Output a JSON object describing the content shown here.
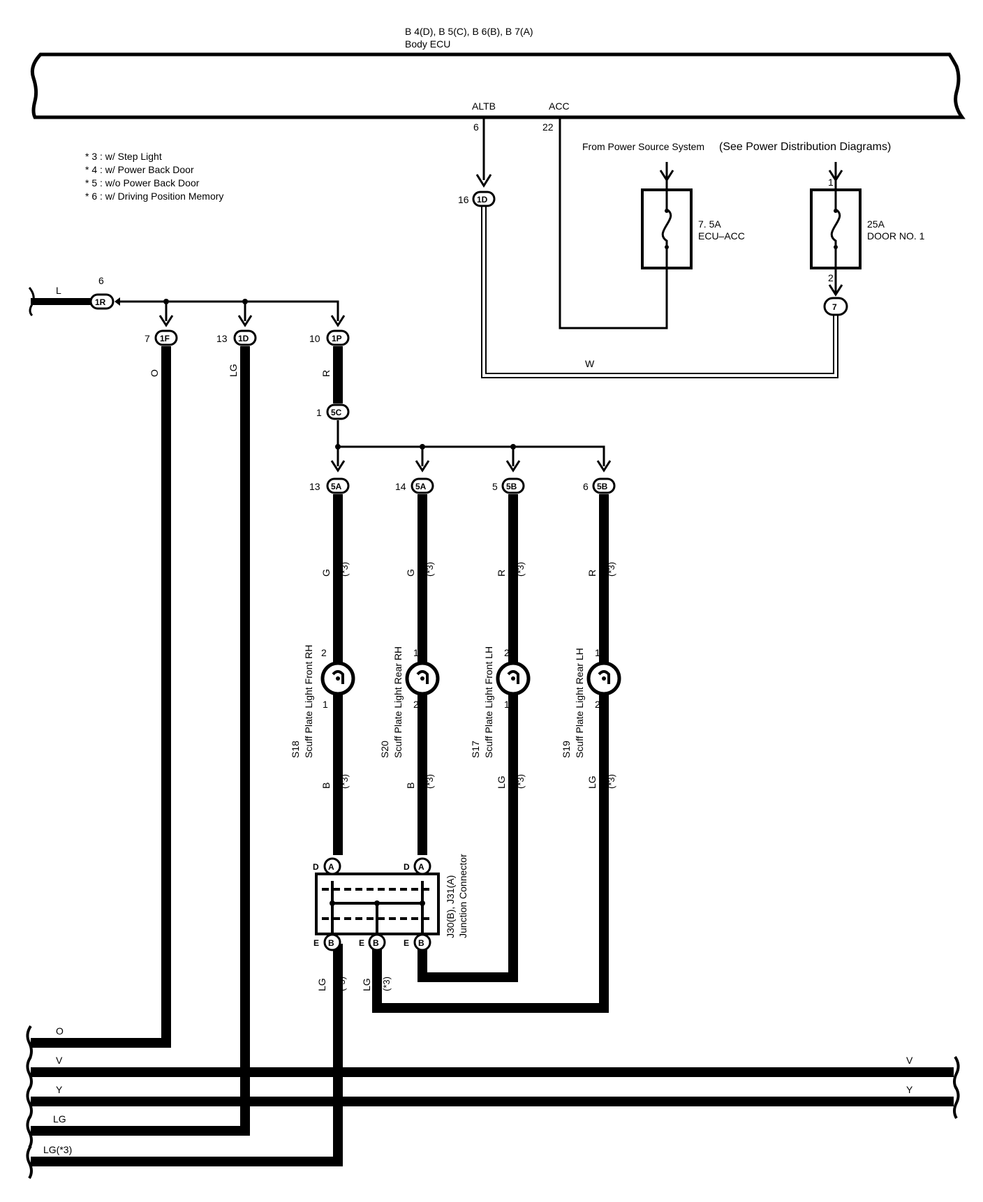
{
  "ecu": {
    "title_line1": "B 4(D), B 5(C), B 6(B), B 7(A)",
    "title_line2": "Body ECU",
    "term_altb": "ALTB",
    "term_acc": "ACC",
    "pin_altb": "6",
    "pin_acc": "22"
  },
  "notes": [
    "* 3 : w/ Step Light",
    "* 4 : w/ Power Back Door",
    "* 5 : w/o Power Back Door",
    "* 6 : w/ Driving Position Memory"
  ],
  "power_source": {
    "text_a": "From Power Source System",
    "text_b": "(See Power Distribution Diagrams)"
  },
  "fuses": {
    "ecu_acc": {
      "rating": "7. 5A",
      "name": "ECU–ACC"
    },
    "door1": {
      "rating": "25A",
      "name": "DOOR NO. 1",
      "pin_in": "1",
      "pin_out": "2"
    }
  },
  "connectors": {
    "c1D_top": {
      "pin": "16",
      "label": "1D"
    },
    "c7": {
      "label": "7"
    },
    "c1R": {
      "pin": "6",
      "label": "1R"
    },
    "c1F": {
      "pin": "7",
      "label": "1F"
    },
    "c1D": {
      "pin": "13",
      "label": "1D"
    },
    "c1P": {
      "pin": "10",
      "label": "1P"
    },
    "c5C": {
      "pin": "1",
      "label": "5C"
    },
    "c5A_1": {
      "pin": "13",
      "label": "5A"
    },
    "c5A_2": {
      "pin": "14",
      "label": "5A"
    },
    "c5B_1": {
      "pin": "5",
      "label": "5B"
    },
    "c5B_2": {
      "pin": "6",
      "label": "5B"
    }
  },
  "wire_colors": {
    "w_bottom": "W",
    "l_left": "L",
    "o": "O",
    "lg": "LG",
    "r": "R",
    "g": "G",
    "b": "B",
    "note3": "(*3)"
  },
  "lamps": [
    {
      "id": "S18",
      "name": "Scuff Plate Light Front RH",
      "pin_top": "2",
      "pin_bot": "1"
    },
    {
      "id": "S20",
      "name": "Scuff Plate Light Rear RH",
      "pin_top": "1",
      "pin_bot": "2"
    },
    {
      "id": "S17",
      "name": "Scuff Plate Light Front LH",
      "pin_top": "2",
      "pin_bot": "1"
    },
    {
      "id": "S19",
      "name": "Scuff Plate Light Rear LH",
      "pin_top": "1",
      "pin_bot": "2"
    }
  ],
  "junction": {
    "name": "J30(B), J31(A)",
    "subtitle": "Junction Connector",
    "top_pin_1": "D",
    "top_pin_1_conn": "A",
    "top_pin_2": "D",
    "top_pin_2_conn": "A",
    "bot_pin_1": "E",
    "bot_pin_1_conn": "B",
    "bot_pin_2": "E",
    "bot_pin_2_conn": "B",
    "bot_pin_3": "E",
    "bot_pin_3_conn": "B"
  },
  "bottom_buses": {
    "o": "O",
    "v": "V",
    "y": "Y",
    "lg": "LG",
    "lg3": "LG(*3)"
  }
}
